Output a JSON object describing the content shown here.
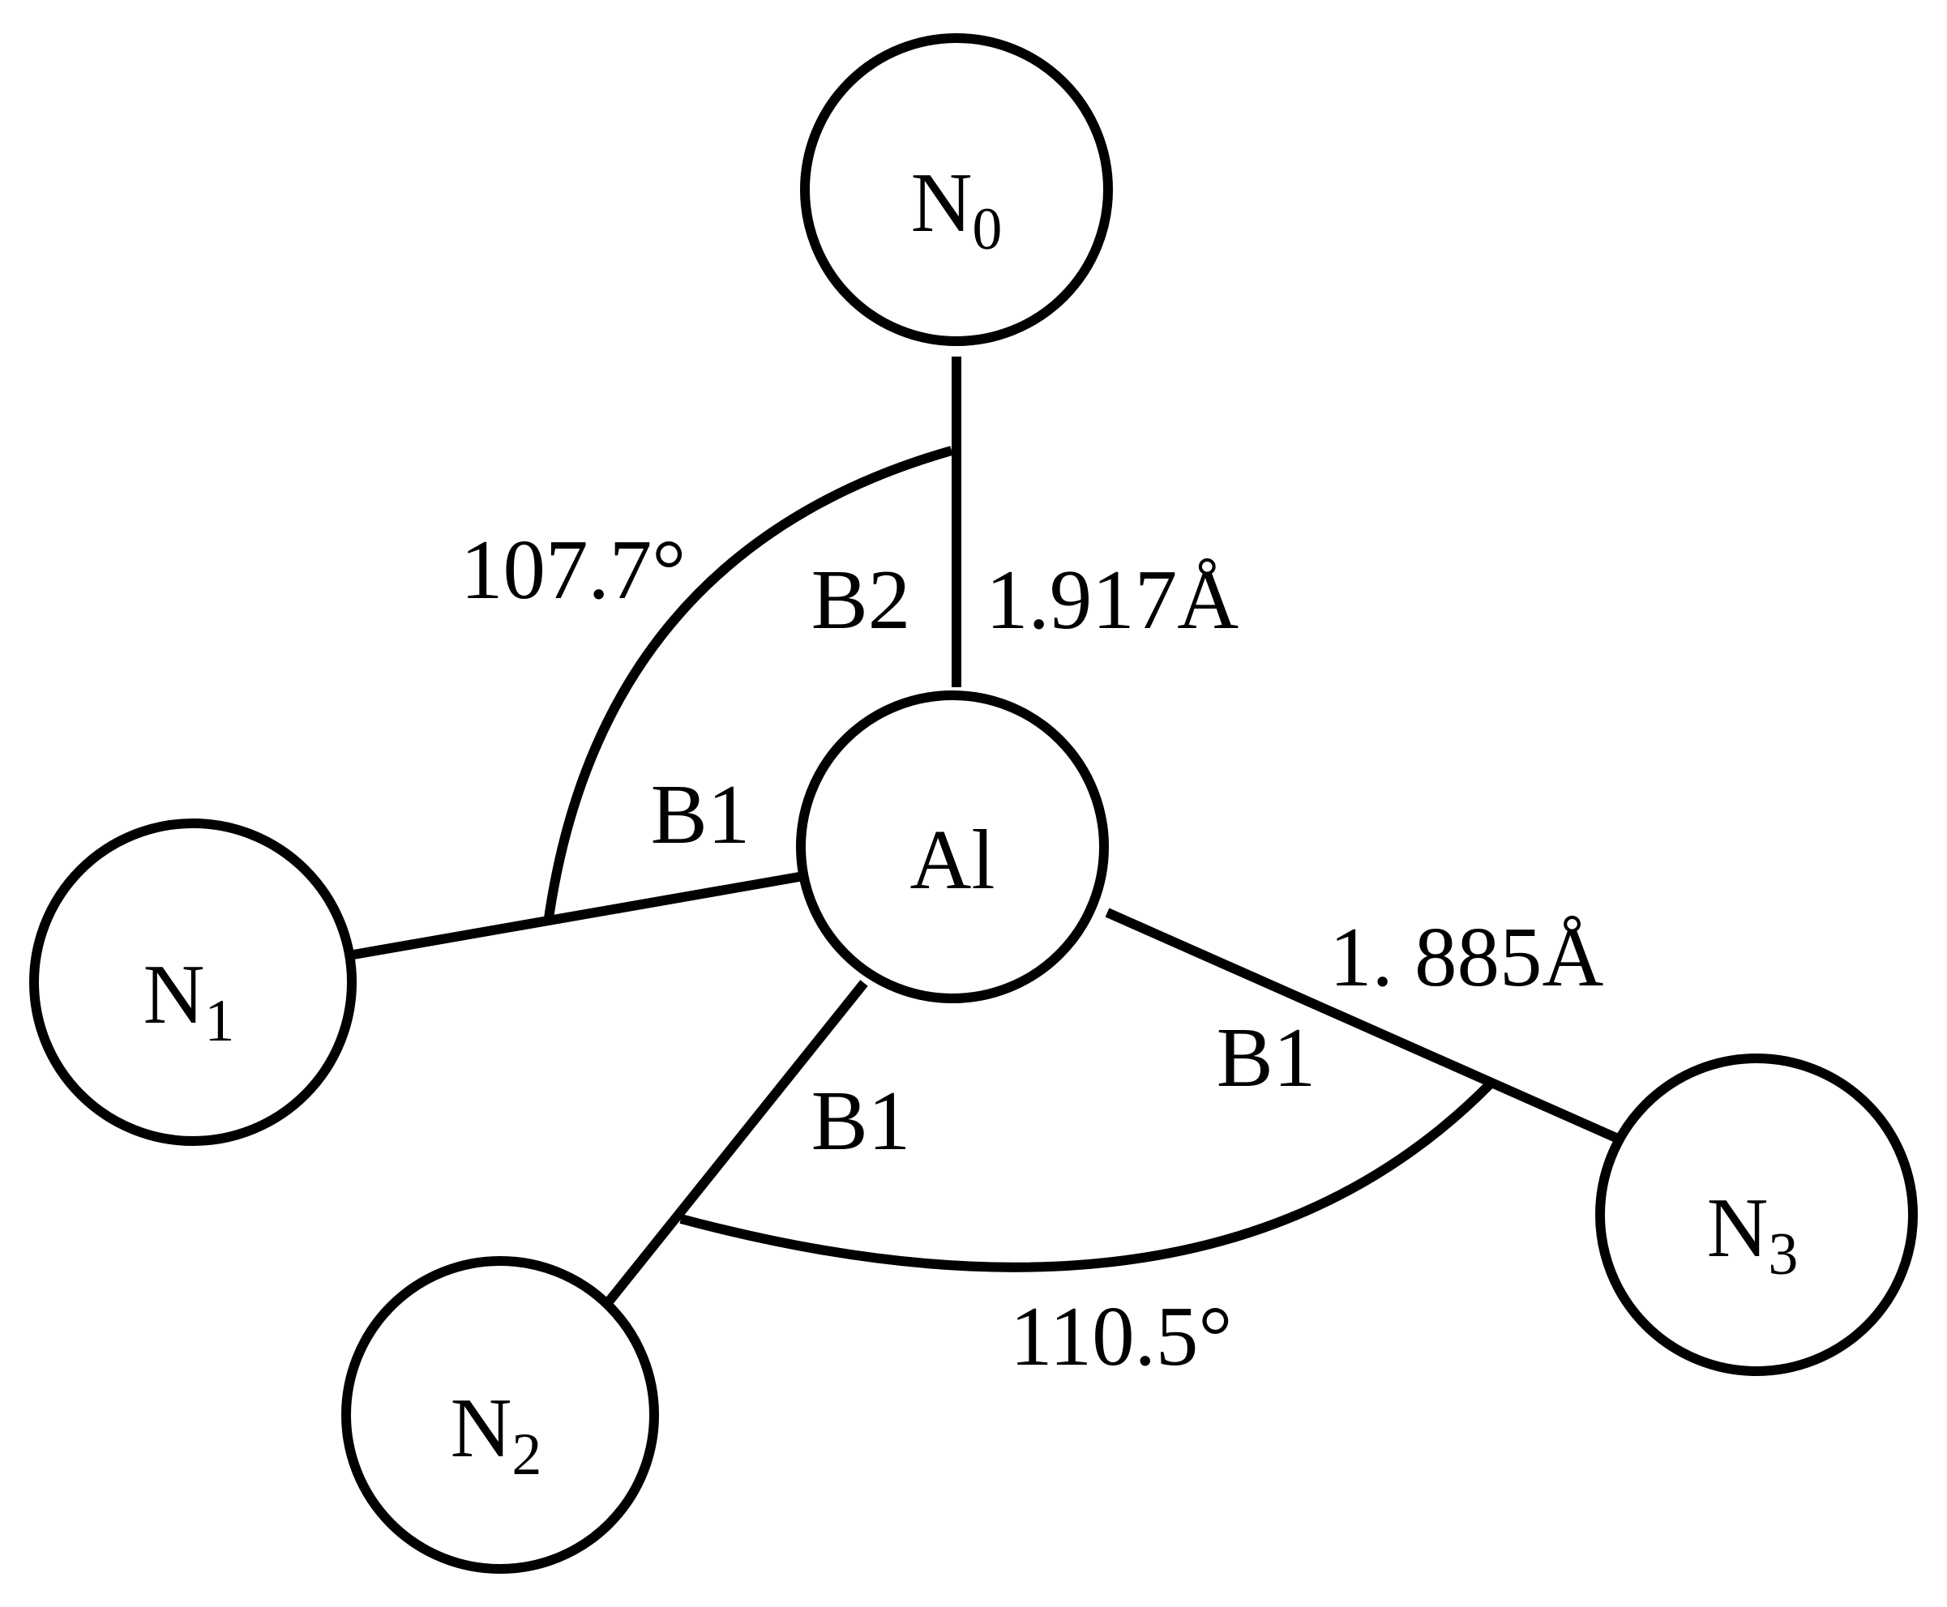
{
  "atoms": {
    "center": {
      "label": "Al"
    },
    "n0": {
      "label": "N",
      "subscript": "0"
    },
    "n1": {
      "label": "N",
      "subscript": "1"
    },
    "n2": {
      "label": "N",
      "subscript": "2"
    },
    "n3": {
      "label": "N",
      "subscript": "3"
    }
  },
  "bond_lengths": {
    "al_n0": "1.917Å",
    "al_n3": "1. 885Å"
  },
  "bond_types": {
    "al_n0": "B2",
    "al_n1": "B1",
    "al_n2": "B1",
    "al_n3": "B1"
  },
  "angles": {
    "n0_al_n1": "107.7°",
    "n2_al_n3": "110.5°"
  },
  "colors": {
    "stroke": "#000000",
    "background": "#ffffff"
  }
}
